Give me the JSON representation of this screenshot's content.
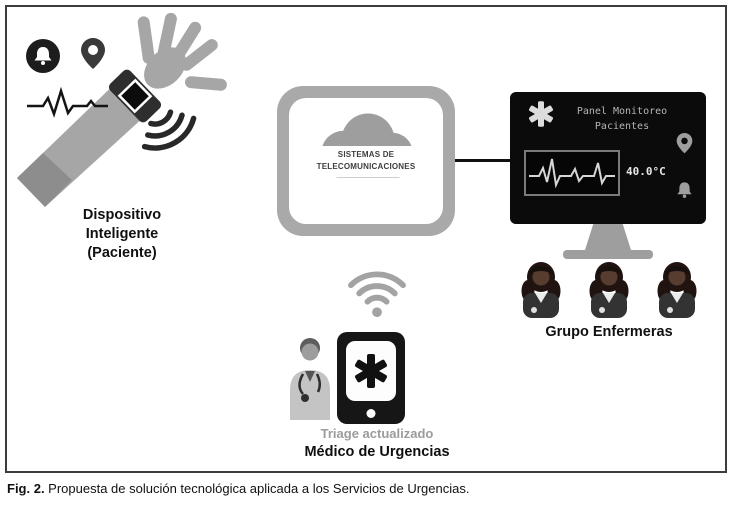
{
  "figure": {
    "device": {
      "label": "Dispositivo\nInteligente\n(Paciente)"
    },
    "cloud": {
      "label": "SISTEMAS DE\nTELECOMUNICACIONES"
    },
    "monitor": {
      "title": "Panel Monitoreo\nPacientes",
      "temperature": "40.0°C"
    },
    "nurses": {
      "label": "Grupo Enfermeras"
    },
    "triage": {
      "status_label": "Triage actualizado",
      "doctor_label": "Médico de Urgencias"
    }
  },
  "caption": {
    "prefix": "Fig. 2.",
    "text": " Propuesta de solución tecnológica aplicada a los Servicios de Urgencias."
  },
  "icons": {
    "device": [
      "bell-icon",
      "location-pin-icon",
      "ecg-waveform-icon",
      "smartwatch",
      "wireless-waves-icon"
    ],
    "cloud": [
      "cloud-icon"
    ],
    "monitor": [
      "star-of-life-icon",
      "ecg-waveform",
      "location-pin-icon",
      "bell-icon"
    ],
    "nurses": [
      "nurse-figure",
      "nurse-figure",
      "nurse-figure"
    ],
    "bottom": [
      "wifi-signal-icon",
      "doctor-figure",
      "tablet-device",
      "star-of-life-icon"
    ]
  },
  "colors": {
    "accent_gray": "#9e9e9e",
    "dark": "#1c1c1c",
    "monitor_bg": "#0b0b0b",
    "frame_border": "#3c3c3c"
  }
}
